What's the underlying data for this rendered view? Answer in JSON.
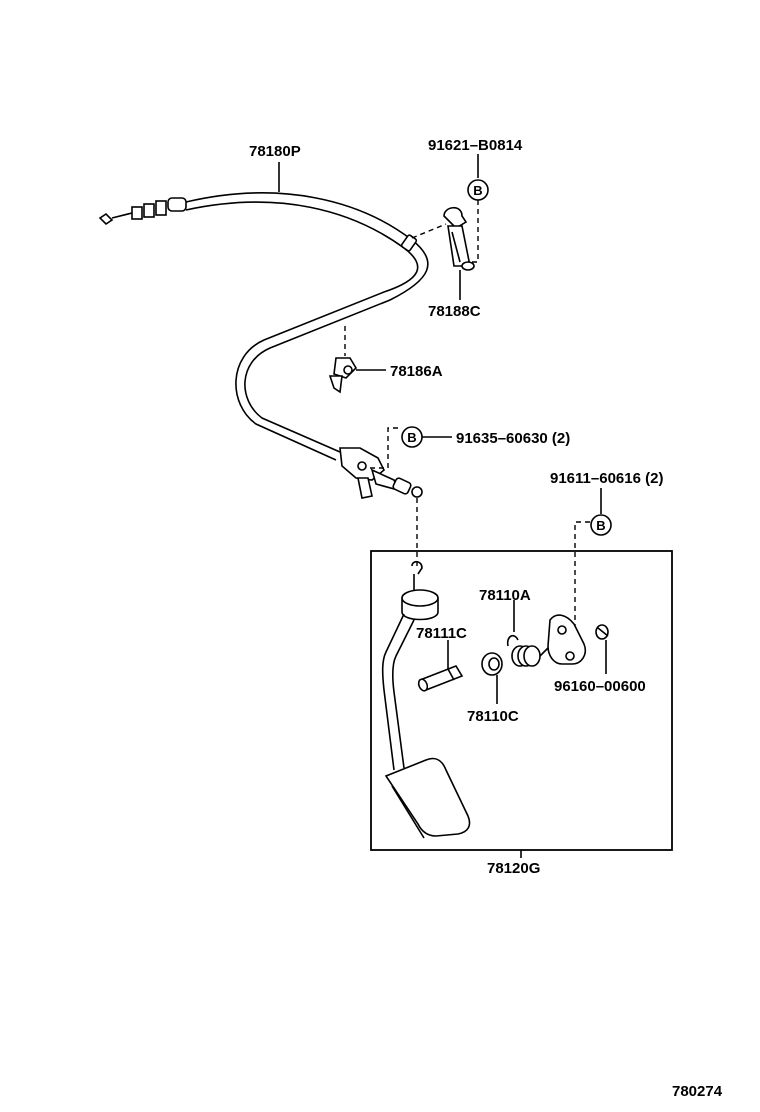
{
  "labels": {
    "cable": "78180P",
    "bolt_top": "91621–B0814",
    "bracket": "78188C",
    "clamp": "78186A",
    "bolt_mid": "91635–60630 (2)",
    "bolt_right": "91611–60616 (2)",
    "spring": "78110A",
    "pin": "78111C",
    "bushing": "78110C",
    "clip": "96160–00600",
    "pedal_assy": "78120G",
    "drawing_no": "780274"
  },
  "callout_letter": "B",
  "colors": {
    "ink": "#000000",
    "paper": "#ffffff"
  }
}
